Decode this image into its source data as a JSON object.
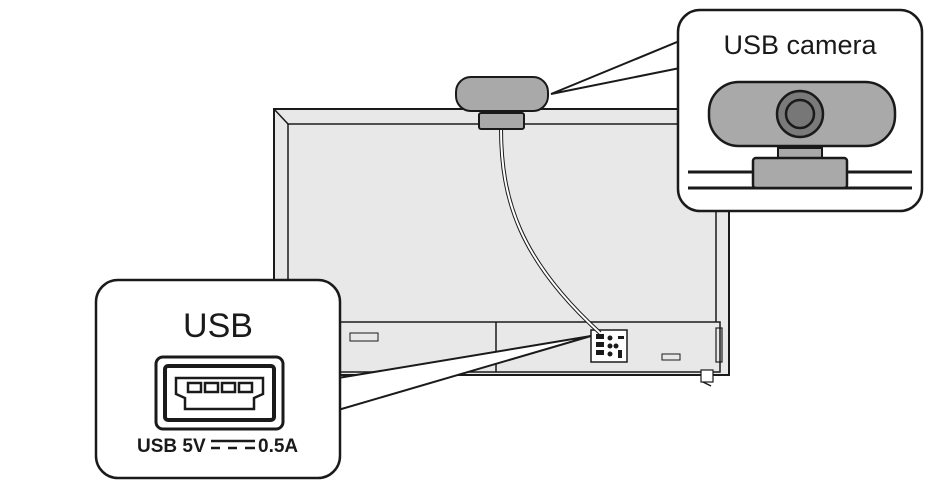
{
  "callouts": {
    "usb_port": {
      "title": "USB",
      "rating_label": "USB 5V",
      "rating_current": "0.5A",
      "dc_symbol": "direct-current-symbol"
    },
    "camera": {
      "title": "USB camera"
    }
  },
  "icons": [
    "usb-port-icon",
    "usb-camera-icon",
    "tv-rear-icon",
    "dc-symbol-icon"
  ],
  "colors": {
    "line": "#1a1a1a",
    "tv_fill": "#e8e8e8",
    "camera_fill": "#a9a9a9",
    "background": "#ffffff"
  }
}
